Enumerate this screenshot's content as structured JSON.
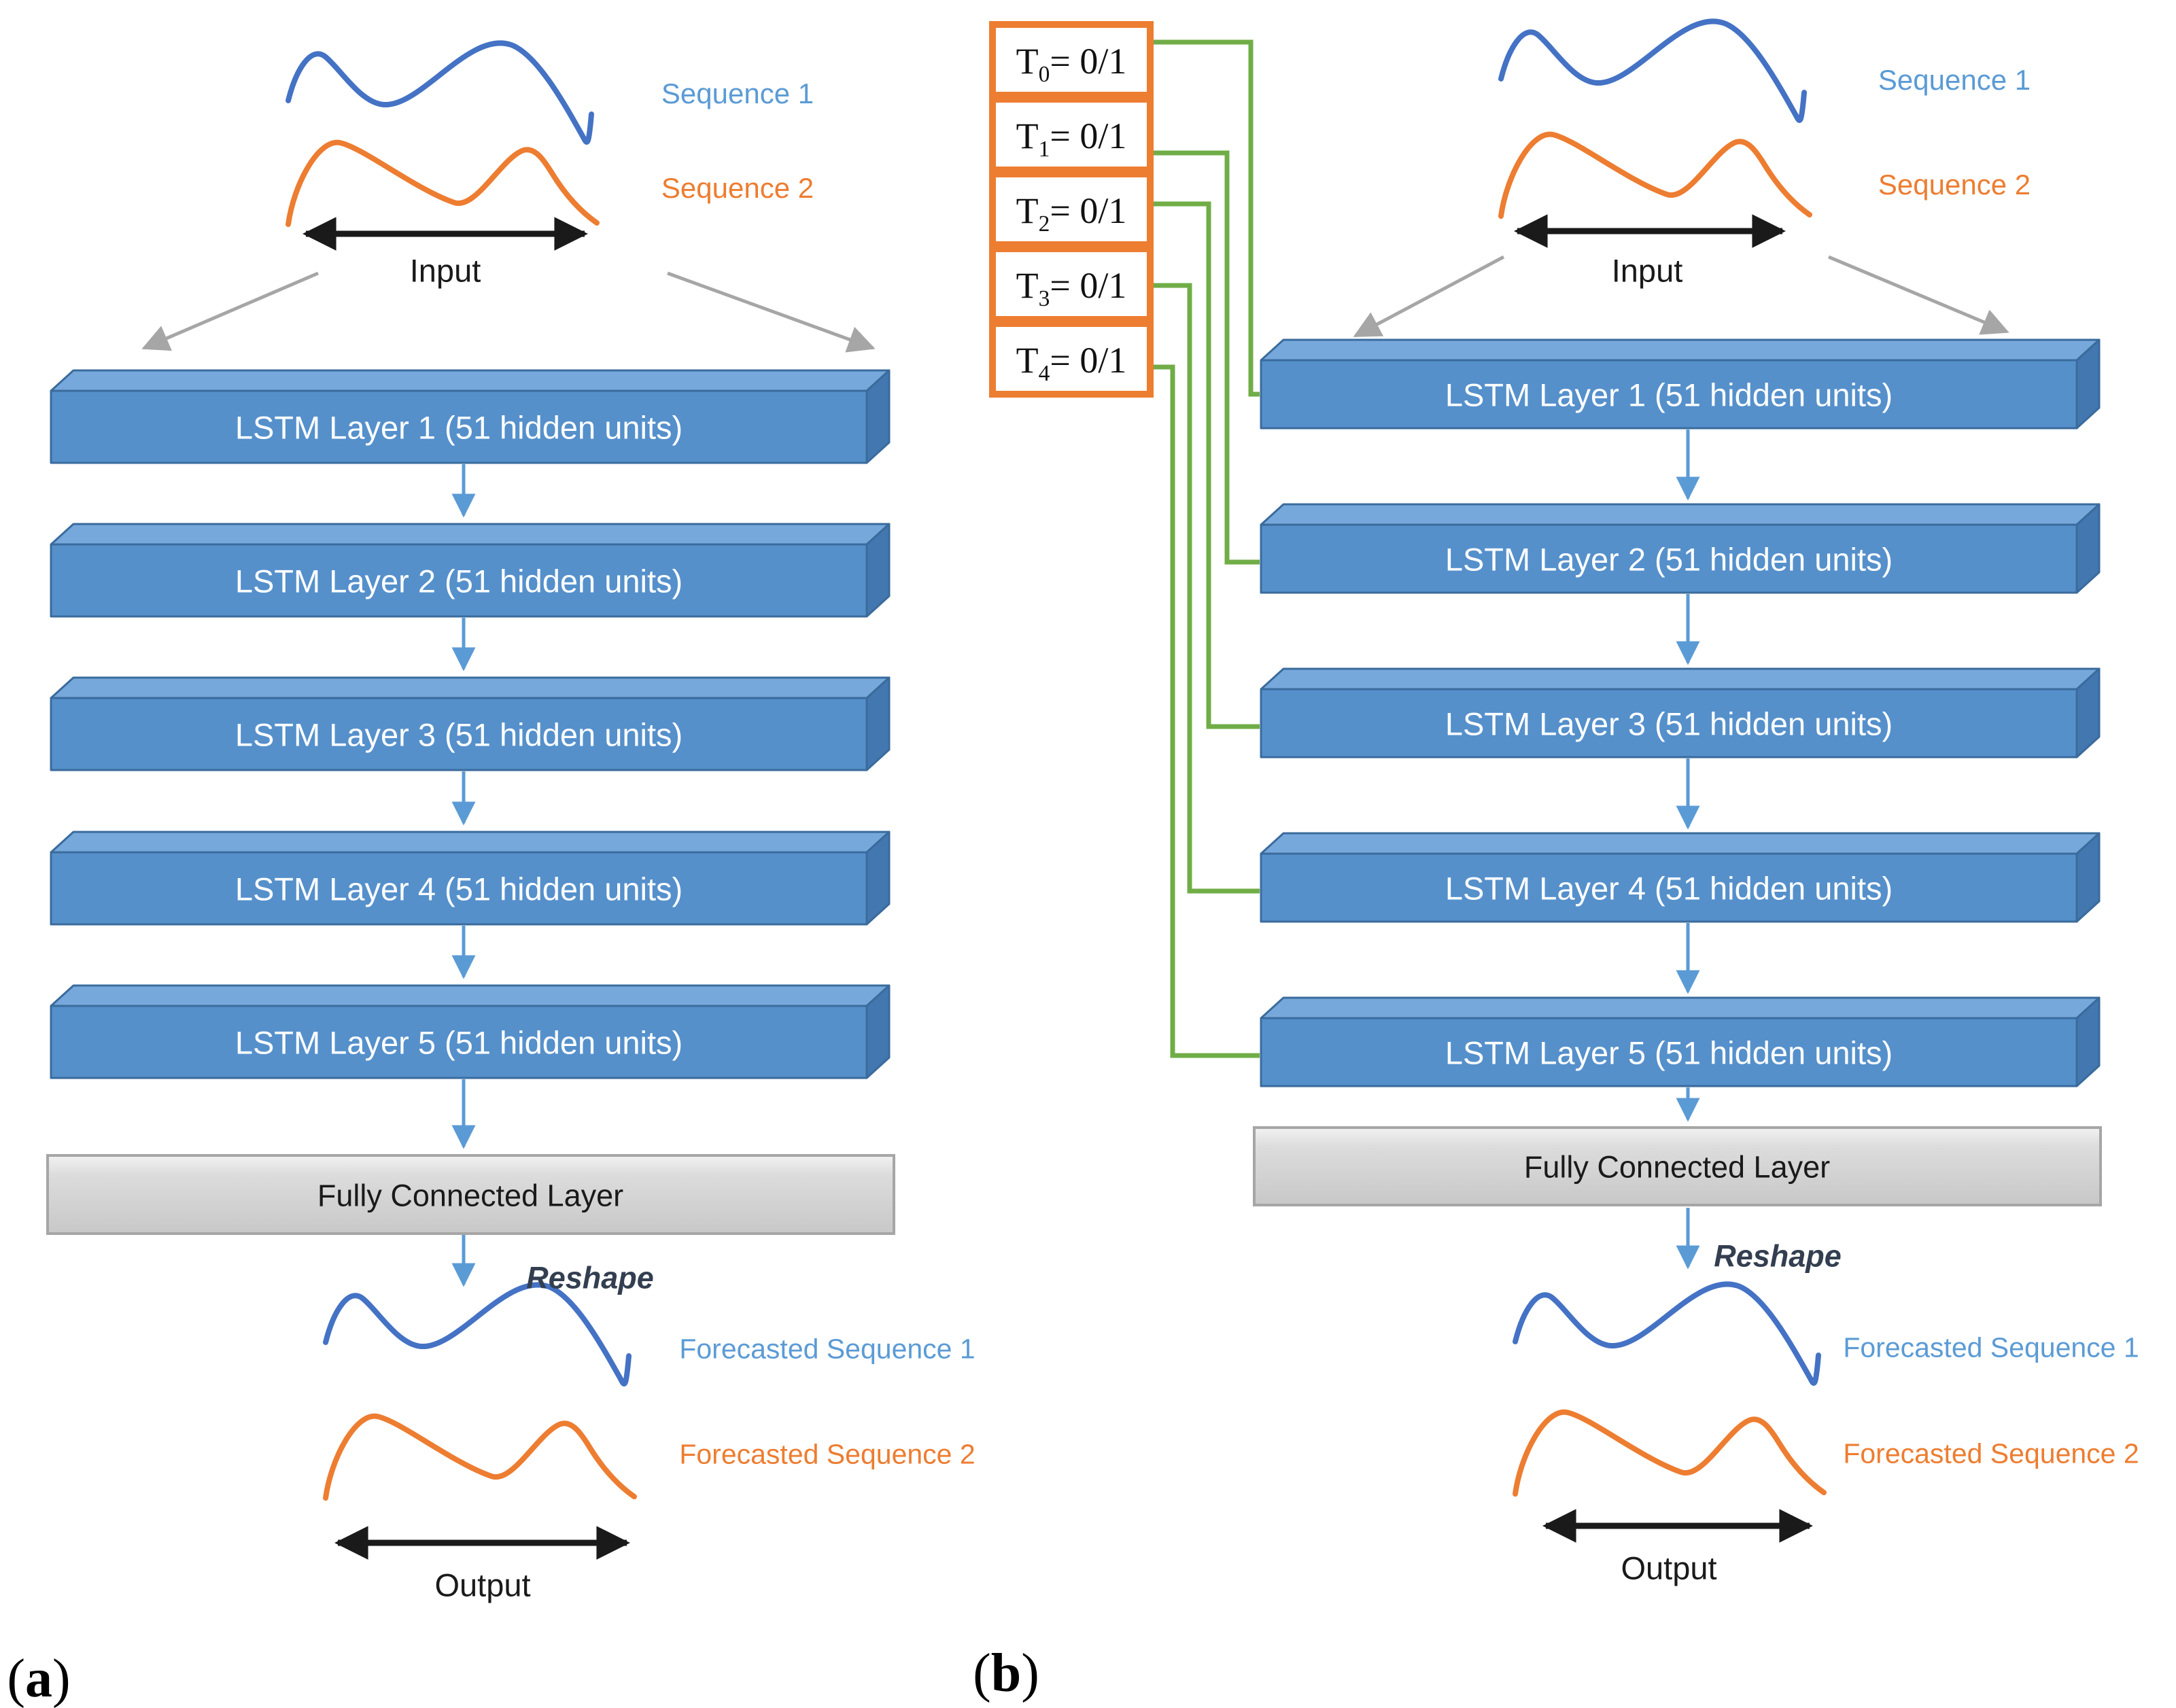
{
  "panel_a": {
    "seq1": "Sequence 1",
    "seq2": "Sequence 2",
    "input": "Input",
    "layers": [
      "LSTM Layer 1 (51 hidden units)",
      "LSTM Layer 2 (51 hidden units)",
      "LSTM Layer 3 (51 hidden units)",
      "LSTM Layer 4 (51 hidden units)",
      "LSTM Layer 5 (51 hidden units)"
    ],
    "fc": "Fully Connected Layer",
    "reshape": "Reshape",
    "forecast1": "Forecasted Sequence 1",
    "forecast2": "Forecasted Sequence 2",
    "output": "Output",
    "tag_open": "(",
    "tag_letter": "a",
    "tag_close": ")"
  },
  "panel_b": {
    "t_boxes": [
      {
        "base": "T",
        "sub": "0",
        "eq": "= 0/1"
      },
      {
        "base": "T",
        "sub": "1",
        "eq": "= 0/1"
      },
      {
        "base": "T",
        "sub": "2",
        "eq": "= 0/1"
      },
      {
        "base": "T",
        "sub": "3",
        "eq": "= 0/1"
      },
      {
        "base": "T",
        "sub": "4",
        "eq": "= 0/1"
      }
    ],
    "seq1": "Sequence 1",
    "seq2": "Sequence 2",
    "input": "Input",
    "layers": [
      "LSTM Layer 1 (51 hidden units)",
      "LSTM Layer 2 (51 hidden units)",
      "LSTM Layer 3 (51 hidden units)",
      "LSTM Layer 4 (51 hidden units)",
      "LSTM Layer 5 (51 hidden units)"
    ],
    "fc": "Fully Connected Layer",
    "reshape": "Reshape",
    "forecast1": "Forecasted Sequence 1",
    "forecast2": "Forecasted Sequence 2",
    "output": "Output",
    "tag_open": "(",
    "tag_letter": "b",
    "tag_close": ")"
  },
  "colors": {
    "curve_blue": "#4472C4",
    "curve_orange": "#ED7D31",
    "label_blue": "#5B9BD5",
    "box_front": "#5590CB",
    "box_top": "#77A8DB",
    "box_side": "#4377AF",
    "box_border": "#3A6B9C",
    "arrow_blue": "#5B9BD5",
    "arrow_gray": "#A6A6A6",
    "arrow_black": "#1a1a1a",
    "green_connector": "#70AD47",
    "t_box_border": "#ED7D31",
    "fc_fill_top": "#F2F2F2",
    "fc_fill_bottom": "#C8C8C8",
    "fc_border": "#A6A6A6",
    "reshape_color": "#333F50"
  }
}
